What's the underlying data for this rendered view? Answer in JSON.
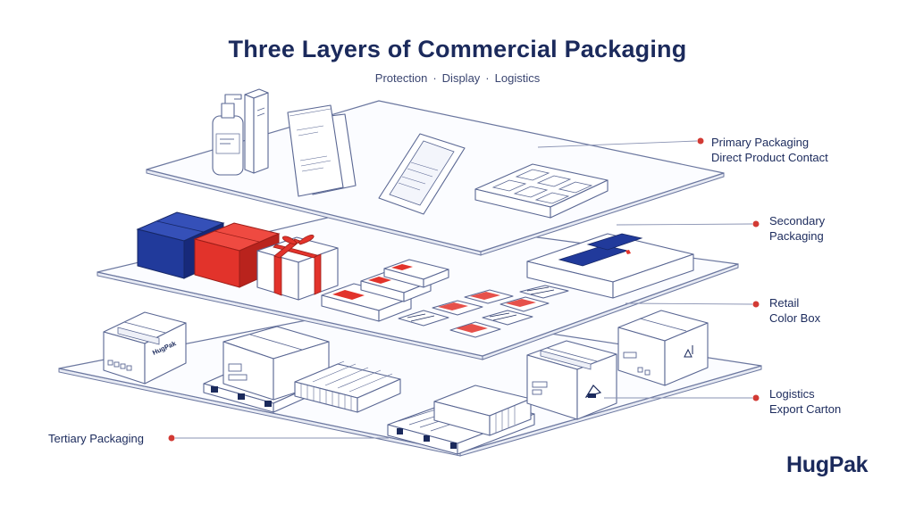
{
  "title": "Three Layers of Commercial Packaging",
  "subtitle": {
    "items": [
      "Protection",
      "Display",
      "Logistics"
    ],
    "separator": "·"
  },
  "labels": {
    "primary": {
      "line1": "Primary Packaging",
      "line2": "Direct Product Contact"
    },
    "secondary": {
      "line1": "Secondary",
      "line2": "Packaging"
    },
    "retail": {
      "line1": "Retail",
      "line2": "Color Box"
    },
    "logistics": {
      "line1": "Logistics",
      "line2": "Export Carton"
    },
    "tertiary": {
      "line1": "Tertiary Packaging"
    }
  },
  "box_prints": {
    "carton_brand": "HugPak"
  },
  "brand": "HugPak",
  "colors": {
    "navy": "#1b2a5c",
    "blue": "#213a9b",
    "red": "#d8322c",
    "outline": "#5a6793",
    "marker": "#d23a34"
  },
  "icons": [
    "pump-bottle-icon",
    "sachet-icon",
    "blister-pack-icon",
    "tray-icon",
    "gift-box-icon",
    "shipping-carton-icon",
    "pallet-icon",
    "fragile-symbol-icon"
  ]
}
